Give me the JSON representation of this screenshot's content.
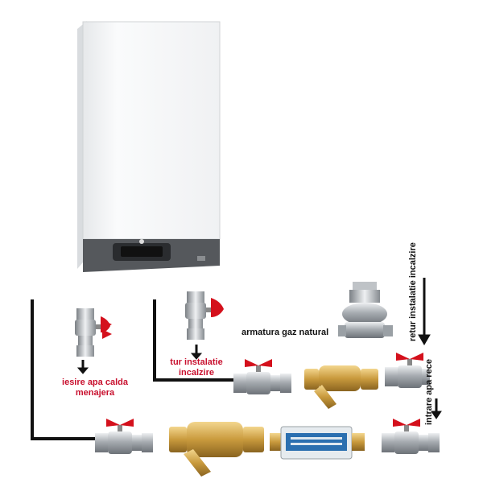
{
  "labels": {
    "hot_water_outlet": [
      "iesire apa calda",
      "menajera"
    ],
    "heating_flow": [
      "tur instalatie",
      "incalzire"
    ],
    "gas_fitting": "armatura gaz natural",
    "heating_return": "retur instalatie incalzire",
    "cold_water_inlet": "intrare apa rece"
  },
  "boiler": {
    "color": "#f4f5f6",
    "panel_color": "#5b5e62"
  },
  "accent_colors": {
    "valve_handle": "#d4101c",
    "brass": "#c9a24a",
    "chrome": "#b9bdc2",
    "pipe": "#111111"
  }
}
